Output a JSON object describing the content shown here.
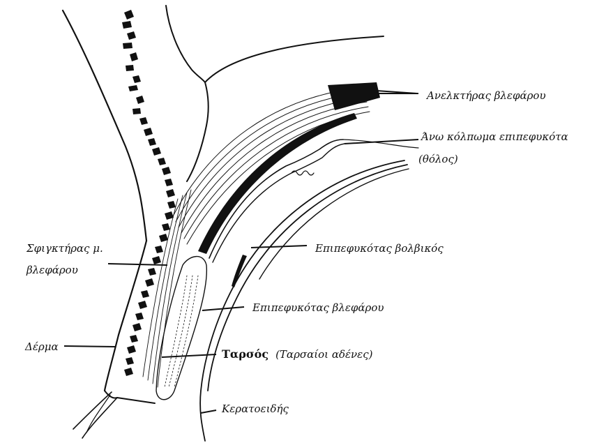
{
  "labels": {
    "levator": "Ανελκτήρας βλεφάρου",
    "fornix_line1": "Άνω κόλπωμα επιπεφυκότα",
    "fornix_line2": "(θόλος)",
    "bulbar_conjunctiva": "Επιπεφυκότας βολβικός",
    "orbicularis_line1": "Σφιγκτήρας μ.",
    "orbicularis_line2": "βλεφάρου",
    "palpebral_conjunctiva": "Επιπεφυκότας βλεφάρου",
    "skin": "Δέρμα",
    "tarsus_main": "Ταρσός",
    "tarsus_sub": "(Ταρσαίοι αδένες)",
    "cornea": "Κερατοειδής"
  },
  "colors": {
    "ink": "#111111",
    "background": "#ffffff"
  }
}
